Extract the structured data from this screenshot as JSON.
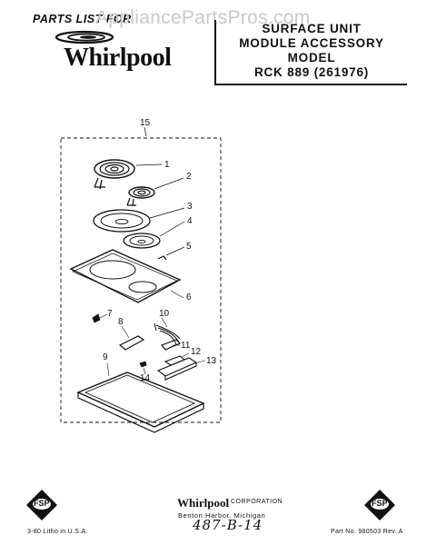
{
  "header": {
    "parts_list_label": "PARTS LIST FOR",
    "brand": "Whirlpool",
    "watermark": "AppliancePartsPros.com"
  },
  "title_box": {
    "line1": "SURFACE UNIT",
    "line2": "MODULE ACCESSORY",
    "line3": "MODEL",
    "line4": "RCK 889 (261976)"
  },
  "diagram": {
    "callouts": [
      "15",
      "1",
      "2",
      "3",
      "4",
      "5",
      "6",
      "7",
      "8",
      "9",
      "10",
      "11",
      "12",
      "13",
      "14"
    ]
  },
  "footer": {
    "brand": "Whirlpool",
    "corporation": "CORPORATION",
    "city": "Benton Harbor, Michigan",
    "print_info": "3-80  Litho in U.S.A.",
    "part_no": "Part No. 980503 Rev. A",
    "handwritten": "487-B-14",
    "fsp_logo_text": "FSP"
  },
  "colors": {
    "ink": "#111111",
    "watermark": "#c9c9c9",
    "paper": "#ffffff"
  }
}
